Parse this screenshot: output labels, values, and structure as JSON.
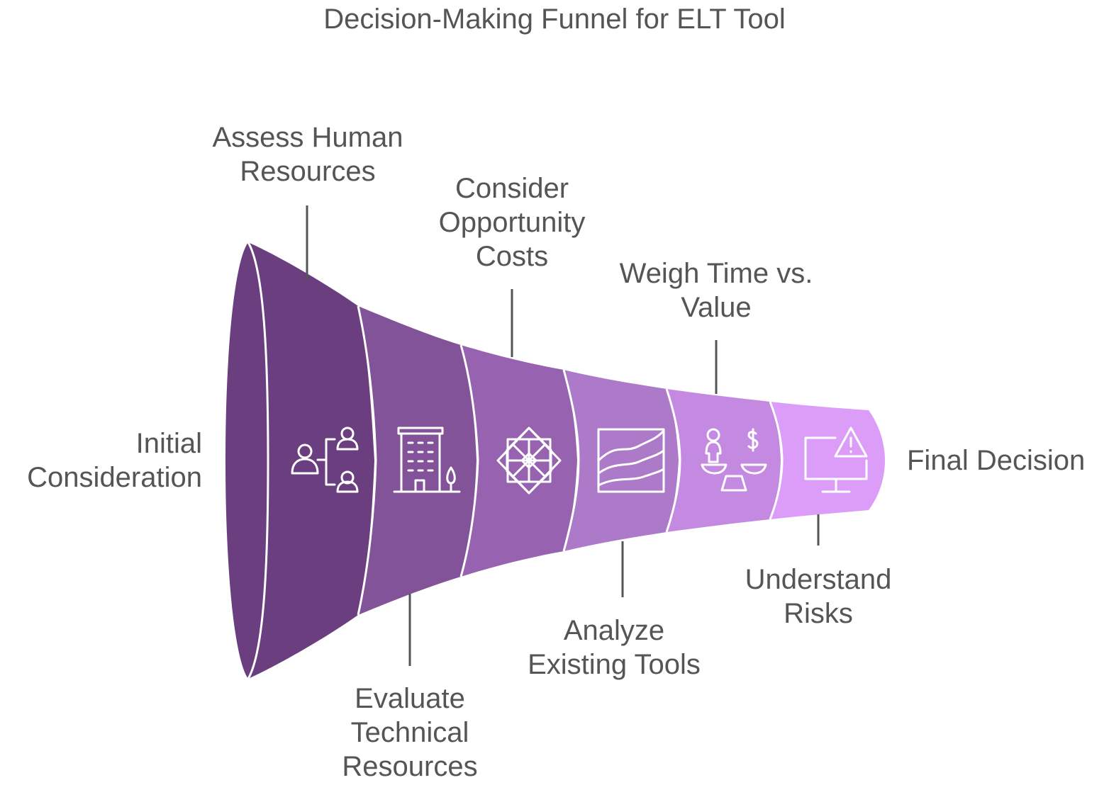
{
  "title": "Decision-Making Funnel for ELT Tool",
  "colors": {
    "stage1": "#6b3e80",
    "stage2": "#825398",
    "stage3": "#9763b1",
    "stage4": "#ad79c9",
    "stage5": "#c48ae2",
    "stage6": "#dc9df8",
    "text": "#555555",
    "divider": "#ffffff"
  },
  "labels": {
    "initial": [
      "Initial",
      "Consideration"
    ],
    "assess": [
      "Assess Human",
      "Resources"
    ],
    "evaluate": [
      "Evaluate",
      "Technical",
      "Resources"
    ],
    "consider": [
      "Consider",
      "Opportunity",
      "Costs"
    ],
    "analyze": [
      "Analyze",
      "Existing Tools"
    ],
    "weigh": [
      "Weigh Time vs.",
      "Value"
    ],
    "understand": [
      "Understand",
      "Risks"
    ],
    "final": [
      "Final Decision"
    ]
  },
  "icons": {
    "assess": "org-chart-people-icon",
    "evaluate": "office-building-icon",
    "consider": "compass-star-icon",
    "analyze": "area-chart-icon",
    "weigh": "balance-scale-icon",
    "understand": "monitor-warning-icon"
  }
}
